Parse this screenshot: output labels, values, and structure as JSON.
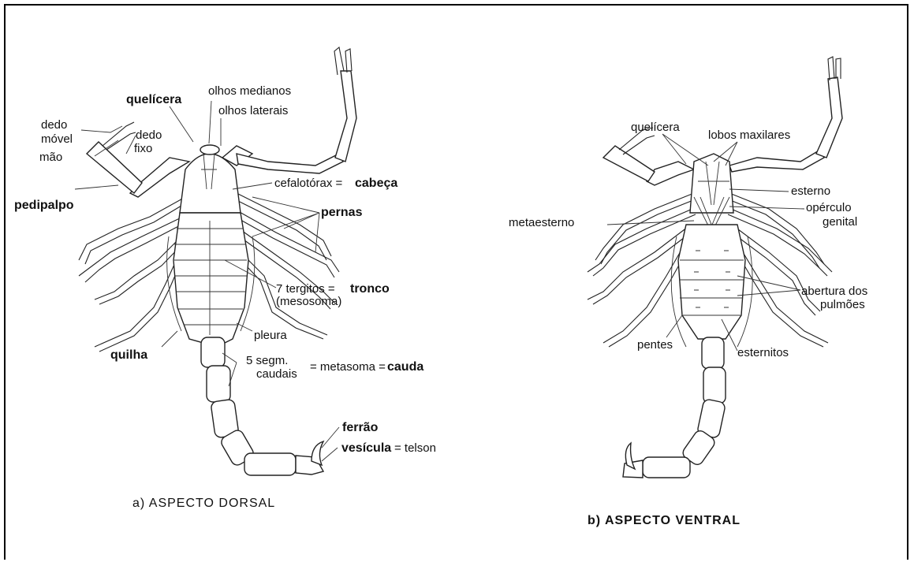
{
  "dorsal": {
    "labels": {
      "olhos_medianos": "olhos medianos",
      "quelicera": "quelícera",
      "olhos_laterais": "olhos laterais",
      "dedo_movel_1": "dedo",
      "dedo_movel_2": "móvel",
      "dedo_fixo_1": "dedo",
      "dedo_fixo_2": "fixo",
      "mao": "mão",
      "cefalotorax": "cefalotórax =",
      "cabeca": "cabeça",
      "pedipalpo": "pedipalpo",
      "pernas": "pernas",
      "tergitos_1": "7 tergitos =",
      "tronco": "tronco",
      "mesosoma": "(mesosoma)",
      "pleura": "pleura",
      "quilha": "quilha",
      "segm_1": "5 segm.",
      "segm_2": "caudais",
      "metasoma": "= metasoma =",
      "cauda": "cauda",
      "ferrao": "ferrão",
      "vesicula": "vesícula",
      "telson": "= telson"
    },
    "caption": "a)   ASPECTO  DORSAL"
  },
  "ventral": {
    "labels": {
      "quelicera": "quelícera",
      "lobos_maxilares": "lobos maxilares",
      "esterno": "esterno",
      "operculo_1": "opérculo",
      "operculo_2": "genital",
      "metaesterno": "metaesterno",
      "abertura_1": "abertura dos",
      "abertura_2": "pulmões",
      "pentes": "pentes",
      "esternitos": "esternitos"
    },
    "caption": "b)   ASPECTO  VENTRAL"
  }
}
